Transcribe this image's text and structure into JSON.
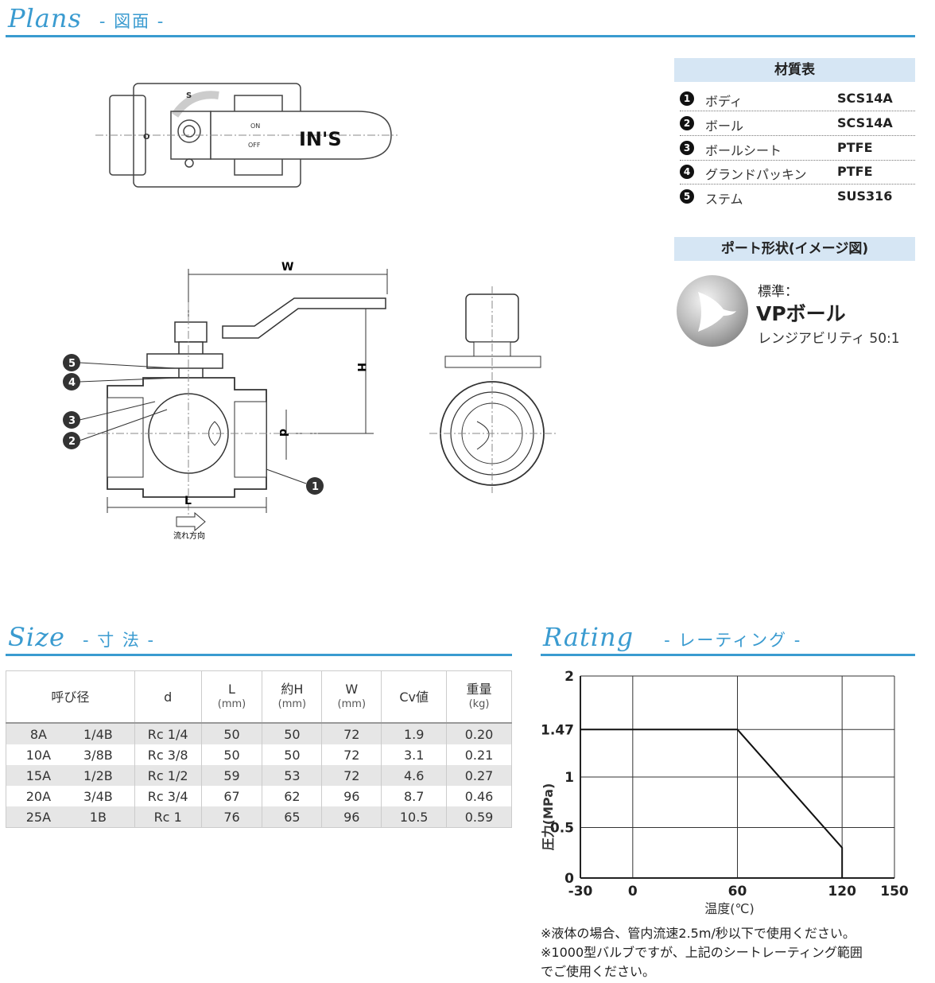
{
  "plans": {
    "script": "Plans",
    "jp": "- 図面 -"
  },
  "drawing": {
    "on_label": "ON",
    "off_label": "OFF",
    "brand": "IN'S",
    "scale_s": "S",
    "scale_o": "O",
    "dim_w": "W",
    "dim_h": "H",
    "dim_d": "d",
    "dim_l": "L",
    "flow": "流れ方向",
    "callouts": [
      "1",
      "2",
      "3",
      "4",
      "5"
    ]
  },
  "materials": {
    "title": "材質表",
    "rows": [
      {
        "num": "1",
        "part": "ボディ",
        "material": "SCS14A"
      },
      {
        "num": "2",
        "part": "ボール",
        "material": "SCS14A"
      },
      {
        "num": "3",
        "part": "ボールシート",
        "material": "PTFE"
      },
      {
        "num": "4",
        "part": "グランドパッキン",
        "material": "PTFE"
      },
      {
        "num": "5",
        "part": "ステム",
        "material": "SUS316"
      }
    ]
  },
  "port": {
    "title": "ポート形状(イメージ図)",
    "standard": "標準：",
    "name": "VPボール",
    "range": "レンジアビリティ 50:1"
  },
  "size": {
    "script": "Size",
    "jp": "- 寸 法 -",
    "headers": {
      "nominal": "呼び径",
      "d": "d",
      "L": "L",
      "L_unit": "(mm)",
      "H": "約H",
      "H_unit": "(mm)",
      "W": "W",
      "W_unit": "(mm)",
      "cv": "Cv値",
      "weight": "重量",
      "weight_unit": "(kg)"
    },
    "rows": [
      [
        "8A",
        "1/4B",
        "Rc 1/4",
        "50",
        "50",
        "72",
        "1.9",
        "0.20"
      ],
      [
        "10A",
        "3/8B",
        "Rc 3/8",
        "50",
        "50",
        "72",
        "3.1",
        "0.21"
      ],
      [
        "15A",
        "1/2B",
        "Rc 1/2",
        "59",
        "53",
        "72",
        "4.6",
        "0.27"
      ],
      [
        "20A",
        "3/4B",
        "Rc 3/4",
        "67",
        "62",
        "96",
        "8.7",
        "0.46"
      ],
      [
        "25A",
        "1B",
        "Rc 1",
        "76",
        "65",
        "96",
        "10.5",
        "0.59"
      ]
    ]
  },
  "rating": {
    "script": "Rating",
    "jp": "- レーティング -",
    "notes": [
      "※液体の場合、管内流速2.5m/秒以下で使用ください。",
      "※1000型バルブですが、上記のシートレーティング範囲",
      "でご使用ください。"
    ]
  },
  "chart_data": {
    "type": "line",
    "xlabel": "温度(℃)",
    "ylabel": "圧力(MPa)",
    "xlim": [
      -30,
      150
    ],
    "ylim": [
      0,
      2
    ],
    "x_ticks": [
      -30,
      0,
      60,
      120,
      150
    ],
    "x_tick_labels": [
      "-30",
      "0",
      "60",
      "120",
      "150"
    ],
    "y_ticks": [
      0,
      0.5,
      1,
      1.47,
      2
    ],
    "y_tick_labels": [
      "0",
      "0.5",
      "1",
      "1.47",
      "2"
    ],
    "grid": true,
    "series": [
      {
        "x": [
          -30,
          60,
          120,
          120
        ],
        "y": [
          1.47,
          1.47,
          0.3,
          0
        ]
      }
    ]
  }
}
